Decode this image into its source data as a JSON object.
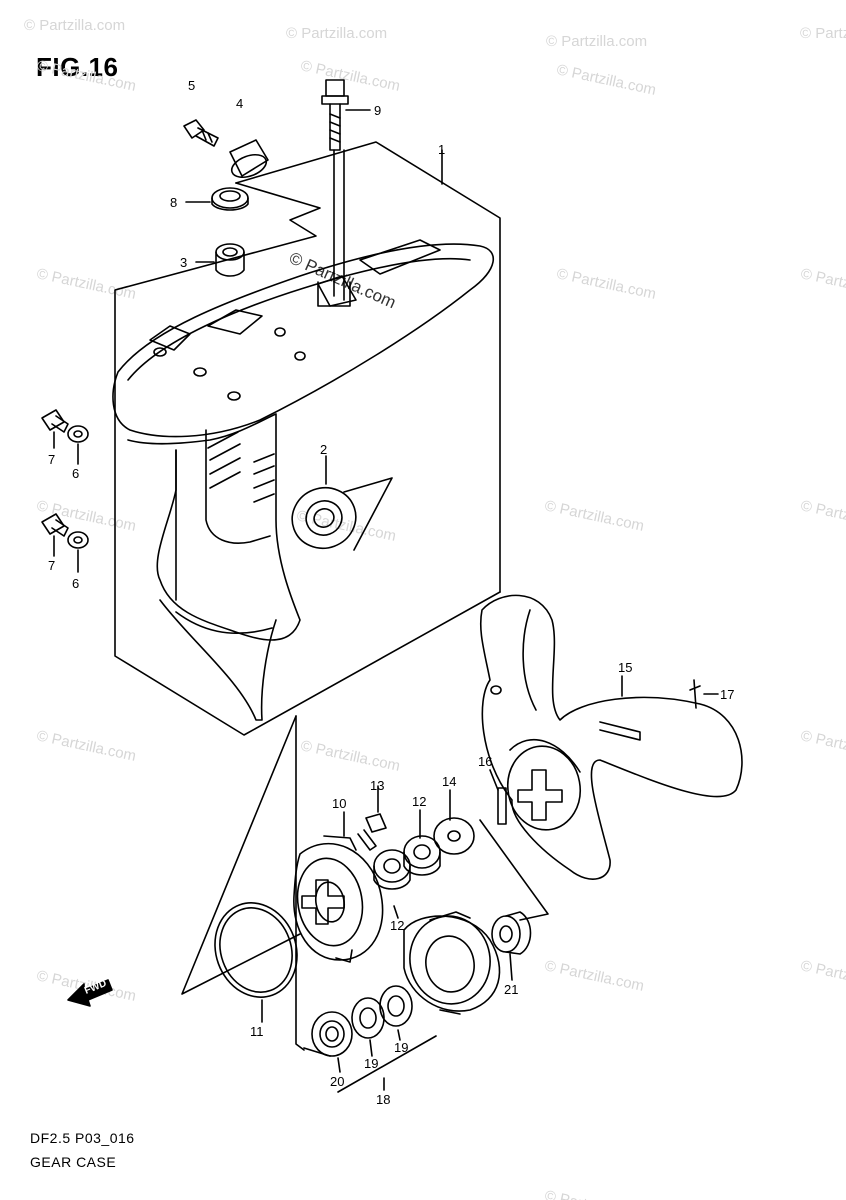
{
  "figure": {
    "title": "FIG.16",
    "drawing_code": "DF2.5 P03_016",
    "name": "GEAR CASE"
  },
  "watermark": "© Partzilla.com",
  "fwd_label": "FWD",
  "callouts": {
    "c1": "1",
    "c2": "2",
    "c3": "3",
    "c4": "4",
    "c5": "5",
    "c6a": "6",
    "c6b": "6",
    "c7a": "7",
    "c7b": "7",
    "c8": "8",
    "c9": "9",
    "c10": "10",
    "c11": "11",
    "c12a": "12",
    "c12b": "12",
    "c13": "13",
    "c14": "14",
    "c15": "15",
    "c16": "16",
    "c17": "17",
    "c18": "18",
    "c19a": "19",
    "c19b": "19",
    "c20": "20",
    "c21": "21"
  }
}
